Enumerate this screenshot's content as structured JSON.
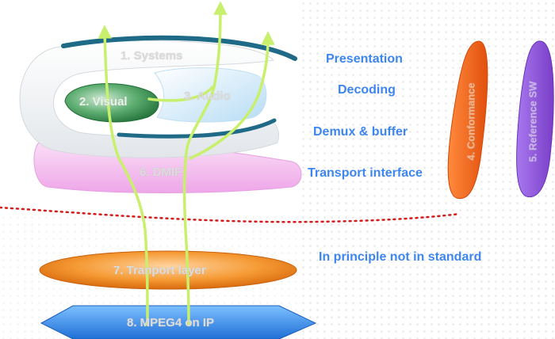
{
  "components": {
    "systems": "1. Systems",
    "visual": "2. Visual",
    "audio": "3. Audio",
    "conformance": "4. Conformance",
    "reference_sw": "5. Reference SW",
    "dmif": "6. DMIF",
    "transport_layer": "7. Tranport layer",
    "mpeg4_on_ip": "8. MPEG4 on IP"
  },
  "functions": {
    "presentation": "Presentation",
    "decoding": "Decoding",
    "demux_buffer": "Demux & buffer",
    "transport_interface": "Transport interface",
    "not_in_standard": "In principle not in standard"
  },
  "colors": {
    "label_blue": "#3d86f0",
    "systems_rim": "#1f6a86",
    "visual_green": "#2f8f4a",
    "audio_blue": "#9fd0f0",
    "conformance_orange": "#ff6a1f",
    "reference_purple": "#8a52d6",
    "dmif_pink": "#f4b8ef",
    "transport_orange": "#f08a1c",
    "ip_blue": "#2f8cec",
    "flow_arrow": "#c8f06c",
    "divider_red": "#d41b1b"
  }
}
